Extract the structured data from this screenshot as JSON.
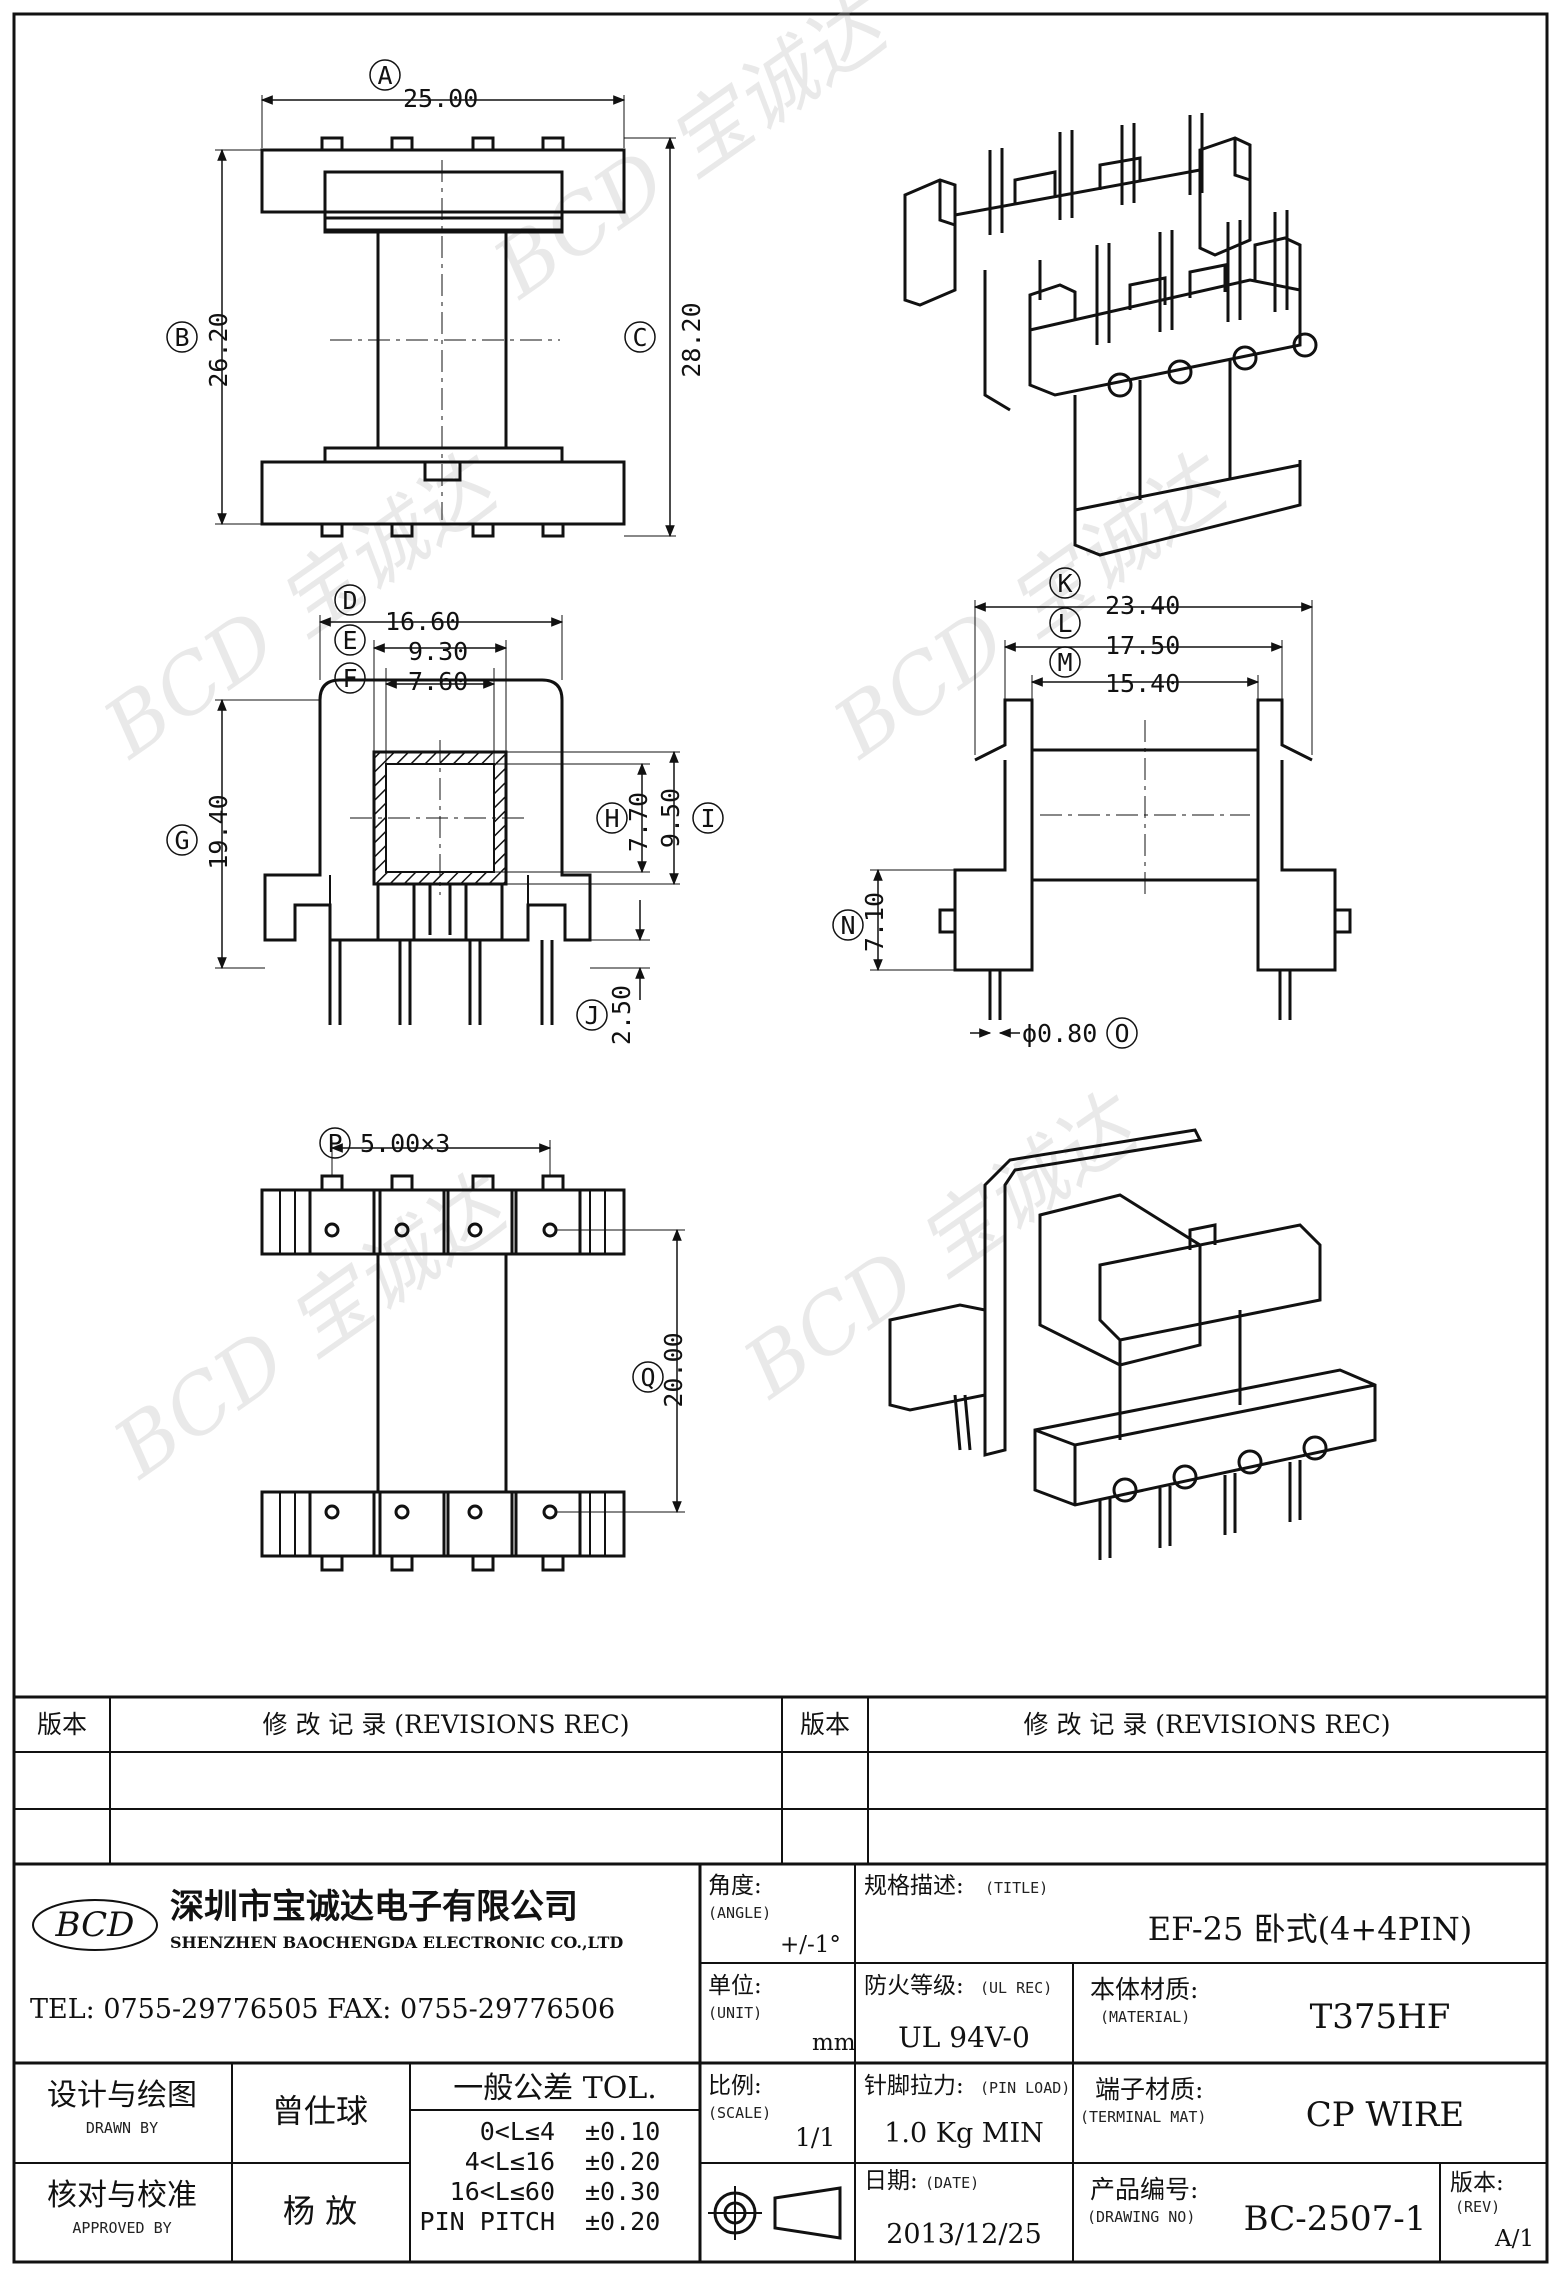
{
  "drawing": {
    "top_view": {
      "labels": {
        "a": "A",
        "b": "B",
        "c": "C"
      },
      "dims": {
        "a": "25.00",
        "b": "26.20",
        "c": "28.20"
      }
    },
    "front_view": {
      "labels": {
        "d": "D",
        "e": "E",
        "f": "F",
        "g": "G",
        "h": "H",
        "i": "I",
        "j": "J"
      },
      "dims": {
        "d": "16.60",
        "e": "9.30",
        "f": "7.60",
        "g": "19.40",
        "h": "7.70",
        "i": "9.50",
        "j": "2.50"
      }
    },
    "side_view": {
      "labels": {
        "k": "K",
        "l": "L",
        "m": "M",
        "n": "N",
        "o": "O"
      },
      "dims": {
        "k": "23.40",
        "l": "17.50",
        "m": "15.40",
        "n": "7.10",
        "o": "ϕ0.80"
      }
    },
    "bottom_view": {
      "labels": {
        "p": "P",
        "q": "Q"
      },
      "dims": {
        "p": "5.00×3",
        "q": "20.00"
      }
    }
  },
  "revisions": {
    "col_version": "版本",
    "col_record": "修 改 记 录 (REVISIONS REC)"
  },
  "company": {
    "logo_text": "BCD",
    "name_cn": "深圳市宝诚达电子有限公司",
    "name_en": "SHENZHEN BAOCHENGDA ELECTRONIC CO.,LTD",
    "tel_fax": "TEL: 0755-29776505 FAX: 0755-29776506"
  },
  "title_block": {
    "angle_label": "角度:",
    "angle_label_en": "(ANGLE)",
    "angle_value": "+/-1°",
    "unit_label": "单位:",
    "unit_label_en": "(UNIT)",
    "unit_value": "mm",
    "scale_label": "比例:",
    "scale_label_en": "(SCALE)",
    "scale_value": "1/1",
    "title_label": "规格描述:",
    "title_label_en": "(TITLE)",
    "title_value": "EF-25 卧式(4+4PIN)",
    "ul_label": "防火等级:",
    "ul_label_en": "(UL REC)",
    "ul_value": "UL 94V-0",
    "material_label": "本体材质:",
    "material_label_en": "(MATERIAL)",
    "material_value": "T375HF",
    "pin_load_label": "针脚拉力:",
    "pin_load_label_en": "(PIN LOAD)",
    "pin_load_value": "1.0 Kg MIN",
    "terminal_label": "端子材质:",
    "terminal_label_en": "(TERMINAL MAT)",
    "terminal_value": "CP WIRE",
    "date_label": "日期:",
    "date_label_en": "(DATE)",
    "date_value": "2013/12/25",
    "drawing_no_label": "产品编号:",
    "drawing_no_label_en": "(DRAWING NO)",
    "drawing_no_value": "BC-2507-1",
    "rev_label": "版本:",
    "rev_label_en": "(REV)",
    "rev_value": "A/1",
    "drawn_label": "设计与绘图",
    "drawn_label_en": "DRAWN BY",
    "drawn_name": "曾仕球",
    "approved_label": "核对与校准",
    "approved_label_en": "APPROVED BY",
    "approved_name": "杨 放",
    "tol_title": "一般公差 TOL.",
    "tol_rows": [
      {
        "range": "0<L≤4",
        "value": "±0.10"
      },
      {
        "range": "4<L≤16",
        "value": "±0.20"
      },
      {
        "range": "16<L≤60",
        "value": "±0.30"
      },
      {
        "range": "PIN PITCH",
        "value": "±0.20"
      }
    ]
  },
  "watermark": {
    "text": "BCD 宝诚达"
  }
}
